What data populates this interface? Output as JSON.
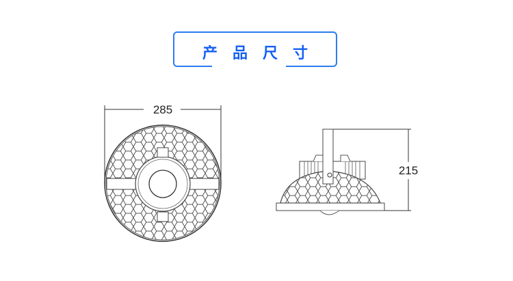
{
  "title": "产品尺寸",
  "front_view": {
    "width_label": "285"
  },
  "side_view": {
    "height_label": "215"
  },
  "colors": {
    "accent": "#1560f5",
    "border": "#2a7cf0",
    "line": "#333333"
  }
}
